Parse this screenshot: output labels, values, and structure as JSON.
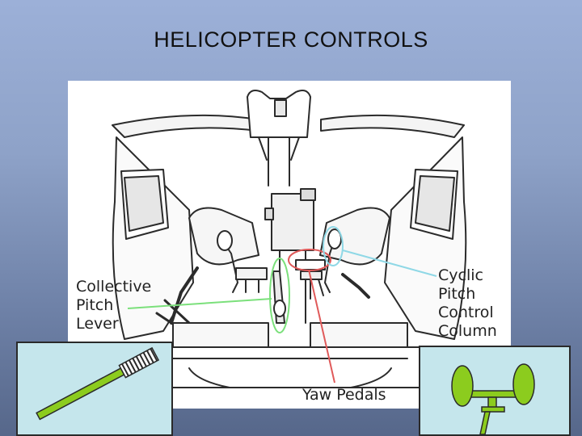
{
  "slide": {
    "title": "HELICOPTER CONTROLS"
  },
  "diagram": {
    "labels": {
      "collective": [
        "Collective",
        "Pitch",
        "Lever"
      ],
      "cyclic": [
        "Cyclic",
        "Pitch",
        "Control",
        "Column"
      ],
      "yaw": "Yaw Pedals"
    },
    "colors": {
      "collective_line": "#7be07b",
      "cyclic_line": "#8fd8e6",
      "yaw_line": "#e05a5a",
      "ink": "#2b2b2b"
    }
  },
  "insets": {
    "lever_color": "#8ccc1e",
    "pedals_color": "#8ccc1e",
    "background": "#c5e6ec"
  }
}
